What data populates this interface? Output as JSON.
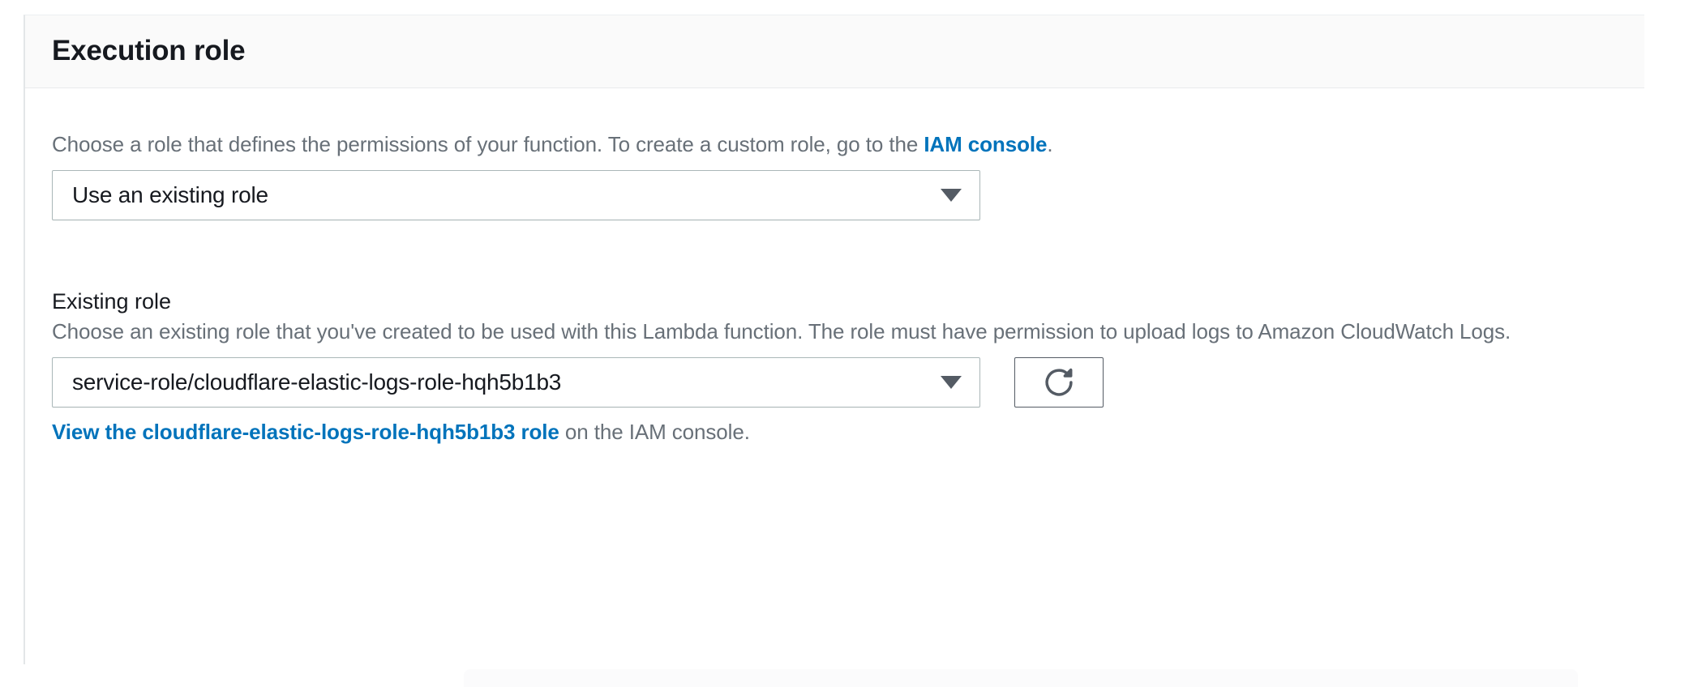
{
  "panel": {
    "title": "Execution role"
  },
  "role_kind": {
    "description_prefix": "Choose a role that defines the permissions of your function. To create a custom role, go to the ",
    "description_link": "IAM console",
    "description_suffix": ".",
    "selected": "Use an existing role",
    "caret_icon": "chevron-down-icon"
  },
  "existing_role": {
    "label": "Existing role",
    "description": "Choose an existing role that you've created to be used with this Lambda function. The role must have permission to upload logs to Amazon CloudWatch Logs.",
    "selected": "service-role/cloudflare-elastic-logs-role-hqh5b1b3",
    "caret_icon": "chevron-down-icon",
    "refresh_icon": "refresh-icon",
    "view_link": "View the cloudflare-elastic-logs-role-hqh5b1b3 role",
    "view_suffix": " on the IAM console."
  },
  "colors": {
    "link": "#0073bb",
    "text": "#16191f",
    "muted": "#687078",
    "border": "#aab7b8",
    "header_bg": "#fafafa"
  }
}
